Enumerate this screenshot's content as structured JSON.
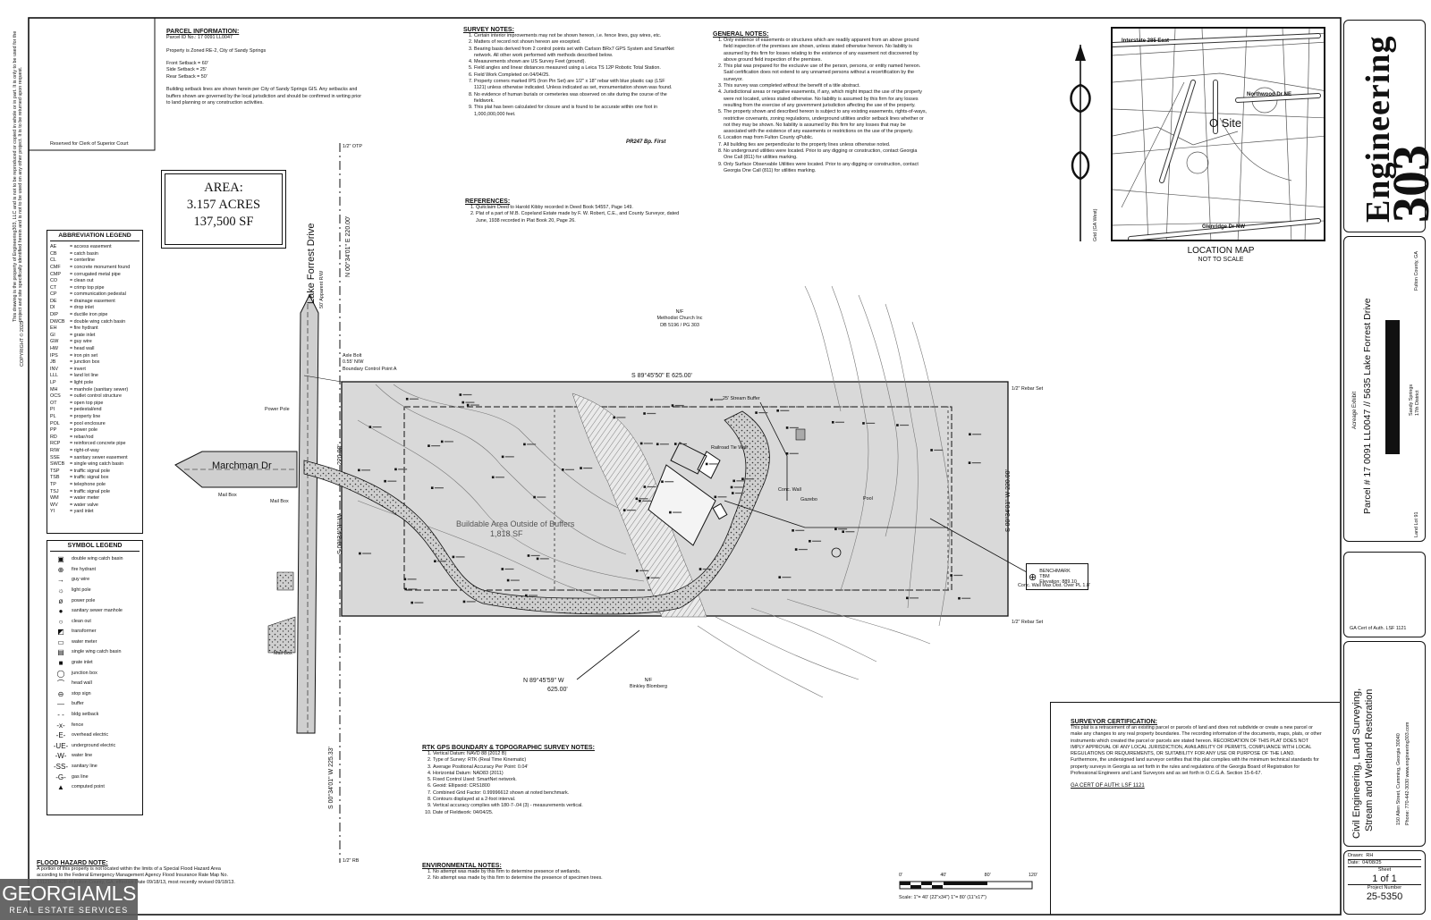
{
  "drawing": {
    "copyright_side_text": "This drawing is the property of Engineering303, LLC and is not to be reproduced or copied in whole or in part. It is only to be used for the project and site specifically identified herein and is not to be used on any other project. It is to be returned upon request.",
    "copyright_mark": "COPYRIGHT © 2025",
    "reserved_stamp": "Reserved for Clerk of Superior Court"
  },
  "parcel_info": {
    "heading": "PARCEL INFORMATION:",
    "lines": [
      "Parcel ID No.: 17 0091 LL0047",
      "",
      "Property is Zoned RE-2, City of Sandy Springs",
      "",
      "Front Setback = 60'",
      "Side Setback = 25'",
      "Rear Setback = 50'",
      "",
      "Building setback lines are shown herein per City of Sandy Springs GIS. Any setbacks and",
      "buffers shown are governed by the local jurisdiction and should be confirmed in writing prior",
      "to land planning or any construction activities."
    ]
  },
  "survey_notes": {
    "heading": "SURVEY NOTES:",
    "items": [
      "Certain interior improvements may not be shown hereon, i.e. fence lines, guy wires, etc.",
      "Matters of record not shown hereon are excepted.",
      "Bearing basis derived from 2 control points set with Carlson BRx7 GPS System and SmartNet network. All other work performed with methods described below.",
      "Measurements shown are US Survey Feet (ground).",
      "Field angles and linear distances measured using a Leica TS 12P Robotic Total Station.",
      "Field Work Completed on 04/04/25.",
      "Property corners marked IPS (Iron Pin Set) are 1/2\" x 18\" rebar with blue plastic cap (LSF 1121) unless otherwise indicated. Unless indicated as set, monumentation shown was found.",
      "No evidence of human burials or cemeteries was observed on site during the course of the fieldwork.",
      "This plat has been calculated for closure and is found to be accurate within one foot in 1,000,000,000 feet."
    ],
    "stamp": "PR247 Bp. First"
  },
  "references": {
    "heading": "REFERENCES:",
    "items": [
      "Quitclaim Deed to Harold Kibby recorded in Deed Book 54557, Page 149.",
      "Plat of a part of M.B. Copeland Estate made by F. W. Robert, C.E., and County Surveyor, dated June, 1938 recorded in Plat Book 20, Page 26."
    ]
  },
  "general_notes": {
    "heading": "GENERAL NOTES:",
    "items": [
      "Only evidence of easements or structures which are readily apparent from an above ground field inspection of the premises are shown, unless stated otherwise hereon. No liability is assumed by this firm for losses relating to the existence of any easement not discovered by above ground field inspection of the premises.",
      "This plat was prepared for the exclusive use of the person, persons, or entity named hereon. Said certification does not extend to any unnamed persons without a recertification by the surveyor.",
      "This survey was completed without the benefit of a title abstract.",
      "Jurisdictional areas or negative easements, if any, which might impact the use of the property were not located, unless stated otherwise. No liability is assumed by this firm for any losses resulting from the exercise of any government jurisdiction affecting the use of the property.",
      "The property shown and described hereon is subject to any existing easements, rights-of-ways, restrictive covenants, zoning regulations, underground utilities and/or setback lines whether or not they may be shown. No liability is assumed by this firm for any losses that may be associated with the existence of any easements or restrictions on the use of the property.",
      "Location map from Fulton County qPublic.",
      "All building ties are perpendicular to the property lines unless otherwise noted.",
      "No underground utilities were located. Prior to any digging or construction, contact Georgia One Call (811) for utilities marking.",
      "Only Surface Observable Utilities were located. Prior to any digging or construction, contact Georgia One Call (811) for utilities marking."
    ]
  },
  "location_map": {
    "title": "LOCATION MAP",
    "subtitle": "NOT TO SCALE",
    "labels": [
      "Interstate 285 East",
      "Northwood Dr NE",
      "O Site",
      "Glenridge Dr NW"
    ],
    "north_label": "Grid (GA West)"
  },
  "area": {
    "title": "AREA:",
    "acres": "3.157 ACRES",
    "sf": "137,500 SF"
  },
  "abbreviations": {
    "heading": "ABBREVIATION LEGEND",
    "items": [
      [
        "AE",
        "= access easement"
      ],
      [
        "CB",
        "= catch basin"
      ],
      [
        "CL",
        "= centerline"
      ],
      [
        "CMF",
        "= concrete monument found"
      ],
      [
        "CMP",
        "= corrugated metal pipe"
      ],
      [
        "CO",
        "= clean out"
      ],
      [
        "CT",
        "= crimp top pipe"
      ],
      [
        "CP",
        "= communication pedestal"
      ],
      [
        "DE",
        "= drainage easement"
      ],
      [
        "DI",
        "= drop inlet"
      ],
      [
        "DIP",
        "= ductile iron pipe"
      ],
      [
        "DWCB",
        "= double wing catch basin"
      ],
      [
        "EH",
        "= fire hydrant"
      ],
      [
        "GI",
        "= grate inlet"
      ],
      [
        "GW",
        "= guy wire"
      ],
      [
        "HW",
        "= head wall"
      ],
      [
        "IPS",
        "= iron pin set"
      ],
      [
        "JB",
        "= junction box"
      ],
      [
        "INV",
        "= invert"
      ],
      [
        "LLL",
        "= land lot line"
      ],
      [
        "LP",
        "= light pole"
      ],
      [
        "MH",
        "= manhole (sanitary sewer)"
      ],
      [
        "OCS",
        "= outlet control structure"
      ],
      [
        "OT",
        "= open top pipe"
      ],
      [
        "PI",
        "= pedestal/end"
      ],
      [
        "PL",
        "= property line"
      ],
      [
        "POL",
        "= pool enclosure"
      ],
      [
        "PP",
        "= power pole"
      ],
      [
        "RD",
        "= rebar/rod"
      ],
      [
        "RCP",
        "= reinforced concrete pipe"
      ],
      [
        "R/W",
        "= right-of-way"
      ],
      [
        "SSE",
        "= sanitary sewer easement"
      ],
      [
        "SWCB",
        "= single wing catch basin"
      ],
      [
        "TSP",
        "= traffic signal pole"
      ],
      [
        "TSB",
        "= traffic signal box"
      ],
      [
        "TP",
        "= telephone pole"
      ],
      [
        "TSJ",
        "= traffic signal pole"
      ],
      [
        "WM",
        "= water meter"
      ],
      [
        "WV",
        "= water valve"
      ],
      [
        "YI",
        "= yard inlet"
      ]
    ]
  },
  "symbols": {
    "heading": "SYMBOL LEGEND",
    "items": [
      [
        "▣",
        "double wing catch basin"
      ],
      [
        "⊕",
        "fire hydrant"
      ],
      [
        "→",
        "guy wire"
      ],
      [
        "☼",
        "light pole"
      ],
      [
        "ø",
        "power pole"
      ],
      [
        "●",
        "sanitary sewer manhole"
      ],
      [
        "○",
        "clean out"
      ],
      [
        "◩",
        "transformer"
      ],
      [
        "▭",
        "water meter"
      ],
      [
        "▤",
        "single wing catch basin"
      ],
      [
        "■",
        "grate inlet"
      ],
      [
        "◯",
        "junction box"
      ],
      [
        "⌒",
        "head wall"
      ],
      [
        "⊖",
        "stop sign"
      ],
      [
        "—",
        "buffer"
      ],
      [
        "- -",
        "bldg setback"
      ],
      [
        "-x-",
        "fence"
      ],
      [
        "-E-",
        "overhead electric"
      ],
      [
        "-UE-",
        "underground electric"
      ],
      [
        "-W-",
        "water line"
      ],
      [
        "-SS-",
        "sanitary line"
      ],
      [
        "-G-",
        "gas line"
      ],
      [
        "▲",
        "computed point"
      ]
    ]
  },
  "plan": {
    "roads": {
      "lake_forrest": "Lake Forrest Drive",
      "lake_forrest_row": "50' Apparent R/W",
      "marchman": "Marchman Dr"
    },
    "bearings": {
      "north_line": "S 89°45'50\" E  625.00'",
      "south_line": "N 89°45'59\" W",
      "south_dist": "625.00'",
      "east_line": "S 00°34'01\" W  220.00'",
      "west_line": "S 00°34'01\" W",
      "west_dist": "220.00'",
      "north_ext": "N 00°34'01\" E  220.00'",
      "south_ext": "S 00°34'01\" W  225.33'"
    },
    "labels": {
      "buildable": "Buildable Area Outside of Buffers",
      "buildable_sf": "1,818 SF",
      "adjoiner_north": "N/F\nMethodist Church Inc\nDB 5196 / PG 303",
      "adjoiner_south": "N/F\nBinkley Blomberg",
      "railroad": "Railroad Tie Wall",
      "conc_wall": "Conc. Wall",
      "pool": "Pool",
      "gazebo": "Gazebo",
      "mailbox": "Mail Box",
      "power": "Power Pole",
      "benchmark": "BENCHMARK\nTBM\nElevation: 889.10",
      "iron_found": "1/2\" Rebar Set",
      "conc_wall2": "Conc. Wall Max Dist. Over PL 1.8'",
      "cap_set": "1/2\" Rebar Set",
      "open_top": "1/2\" OTP",
      "rebar_found": "1/2\" RB",
      "stream_buffer": "25' Stream Buffer",
      "axle_found": "Axle Bolt\n0.55' N/W\nBoundary Control Point A"
    }
  },
  "rtk_notes": {
    "heading": "RTK GPS BOUNDARY & TOPOGRAPHIC SURVEY NOTES:",
    "items": [
      "Vertical Datum: NAVD 88 (2012 B)",
      "Type of Survey: RTK (Real Time Kinematic)",
      "Average Positional Accuracy Per Point: 0.04'",
      "Horizontal Datum: NAD83 (2011)",
      "Fixed Control Used: SmartNet network.",
      "Geoid: Ellipsoid: CRS1800",
      "Combined Grid Factor: 0.99996612 shown at noted benchmark.",
      "Contours displayed at a 2-foot interval.",
      "Vertical accuracy complies with 180-7-.04 (3) - measurements vertical.",
      "Date of Fieldwork: 04/04/25."
    ]
  },
  "environmental_notes": {
    "heading": "ENVIRONMENTAL NOTES:",
    "items": [
      "No attempt was made by this firm to determine presence of wetlands.",
      "No attempt was made by this firm to determine the presence of specimen trees."
    ]
  },
  "flood_note": {
    "heading": "FLOOD HAZARD NOTE:",
    "text": "A portion of this property is not located within the limits of a Special Flood Hazard Area according to the Federal Emergency Management Agency Flood Insurance Rate Map No. 13121C0142F of Fulton County, GA. effective Date 09/18/13, most recently revised 09/18/13."
  },
  "surveyor_cert": {
    "heading": "SURVEYOR CERTIFICATION:",
    "text": "This plat is a retracement of an existing parcel or parcels of land and does not subdivide or create a new parcel or make any changes to any real property boundaries. The recording information of the documents, maps, plats, or other instruments which created the parcel or parcels are stated hereon. RECORDATION OF THIS PLAT DOES NOT IMPLY APPROVAL OF ANY LOCAL JURISDICTION, AVAILABILITY OF PERMITS, COMPLIANCE WITH LOCAL REGULATIONS OR REQUIREMENTS, OR SUITABILITY FOR ANY USE OR PURPOSE OF THE LAND. Furthermore, the undersigned land surveyor certifies that this plat complies with the minimum technical standards for property surveys in Georgia as set forth in the rules and regulations of the Georgia Board of Registration for Professional Engineers and Land Surveyors and as set forth in O.C.G.A. Section 15-6-67.",
    "cert_of_auth": "GA CERT OF AUTH: LSF 1121"
  },
  "scale": {
    "ticks": [
      "0'",
      "40'",
      "80'",
      "120'"
    ],
    "text": "Scale: 1\"= 40' (22\"x34\")     1\"= 80' (11\"x17\")"
  },
  "title_block": {
    "brand_word": "Engineering",
    "brand_number": "303",
    "exhibit_type": "Acreage Exhibit",
    "project_title": "Parcel # 17 0091 LL0047 // 5635 Lake Forrest Drive",
    "county": "Fulton County, GA",
    "city": "Sandy Springs",
    "district": "17th District",
    "land_lot": "Land Lot 91",
    "cert_stamp": "GA Cert of Auth. LSF 1121",
    "services": [
      "Civil Engineering, Land Surveying,",
      "Stream and Wetland Restoration"
    ],
    "address": "150 Allen Street, Cumming, Georgia 30040",
    "contact": "Phone: 770-442-3030    www.engineering303.com",
    "drawn_label": "Drawn:",
    "drawn_value": "RH",
    "date_label": "Date:",
    "date_value": "04/08/25",
    "sheet_label": "Sheet",
    "sheet_value": "1 of 1",
    "project_label": "Project Number",
    "project_value": "25-5350"
  },
  "watermark": {
    "brand": "GEORGIAMLS",
    "sub": "REAL ESTATE SERVICES"
  }
}
